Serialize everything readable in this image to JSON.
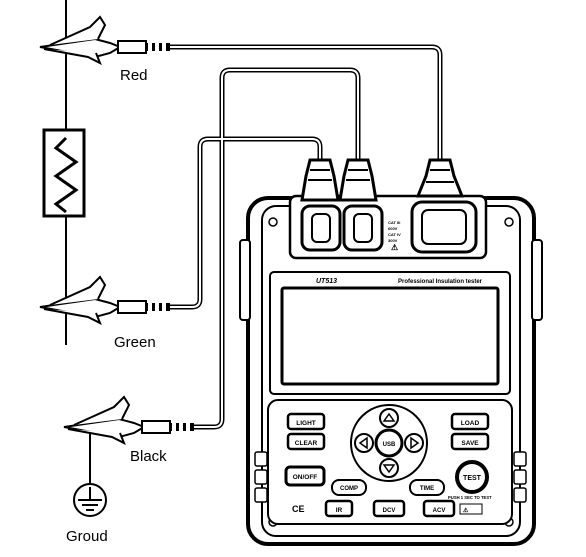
{
  "labels": {
    "red": "Red",
    "green": "Green",
    "black": "Black",
    "ground": "Groud"
  },
  "meter": {
    "model": "UT513",
    "title": "Professional Insulation tester",
    "jack_note": [
      "CAT III",
      "600V",
      "CAT IV",
      "300V"
    ],
    "buttons": {
      "light": "LIGHT",
      "clear": "CLEAR",
      "load": "LOAD",
      "save": "SAVE",
      "usb": "USB",
      "onoff": "ON/OFF",
      "comp": "COMP",
      "time": "TIME",
      "test": "TEST",
      "ir": "IR",
      "dcv": "DCV",
      "acv": "ACV"
    },
    "push_note": "PUSH 1 SEC TO TEST",
    "ce_mark": "CE"
  },
  "colors": {
    "ink": "#000000",
    "paper": "#ffffff",
    "panel": "#f2f2f2",
    "display": "#ffffff"
  }
}
